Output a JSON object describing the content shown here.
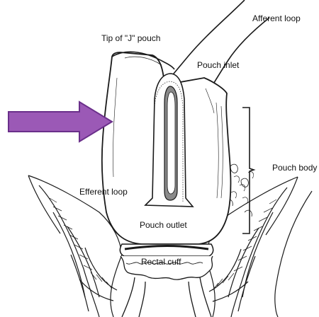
{
  "labels": {
    "afferent_loop": "Afferent loop",
    "tip_of_j_pouch": "Tip of \"J\" pouch",
    "pouch_inlet": "Pouch inlet",
    "pouch_body": "Pouch body",
    "efferent_loop": "Efferent loop",
    "pouch_outlet": "Pouch outlet",
    "rectal_cuff": "Rectal cuff"
  },
  "colors": {
    "arrow_fill": "#9b59b6",
    "arrow_stroke": "#6a2f8a",
    "line_art": "#1a1a1a",
    "inner_channel": "#8a8a8a"
  }
}
